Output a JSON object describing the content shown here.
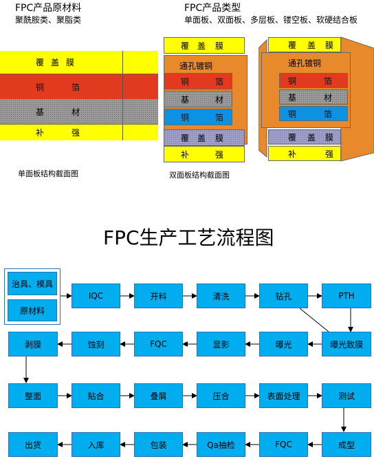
{
  "materials": {
    "title": "FPC产品原材料",
    "subtitle": "聚酰胺类、聚脂类"
  },
  "types": {
    "title": "FPC产品类型",
    "subtitle": "单面板、双面板、多层板、镂空板、软硬结合板"
  },
  "single_sided": {
    "caption": "单面板结构截面图",
    "layers": [
      {
        "a": "覆",
        "b": "盖",
        "c": "膜"
      },
      {
        "a": "铜",
        "b": "箔"
      },
      {
        "a": "基",
        "b": "材"
      },
      {
        "a": "补",
        "b": "强"
      }
    ]
  },
  "double_sided": {
    "caption": "双面板结构截面图",
    "plating": "通孔镀铜",
    "layers": [
      {
        "a": "覆",
        "b": "盖",
        "c": "膜"
      },
      {
        "a": "铜",
        "b": "箔"
      },
      {
        "a": "基",
        "b": "材"
      },
      {
        "a": "铜",
        "b": "箔"
      },
      {
        "a": "覆",
        "b": "盖",
        "c": "膜"
      },
      {
        "a": "补",
        "b": "强"
      }
    ]
  },
  "hollow": {
    "plating": "通孔镀铜",
    "layers": [
      {
        "a": "覆",
        "b": "盖",
        "c": "膜"
      },
      {
        "a": "铜",
        "b": "箔"
      },
      {
        "a": "基",
        "b": "材"
      },
      {
        "a": "铜",
        "b": "箔"
      },
      {
        "a": "覆",
        "b": "盖",
        "c": "膜"
      },
      {
        "a": "补",
        "b": "强"
      }
    ]
  },
  "flow": {
    "title": "FPC生产工艺流程图",
    "inputs": [
      "治具、模具",
      "原材料"
    ],
    "row1": [
      "IQC",
      "开料",
      "清洗",
      "钻孔",
      "PTH"
    ],
    "row2": [
      "剥膜",
      "蚀刻",
      "FQC",
      "显影",
      "曝光",
      "曝光致膜"
    ],
    "row3": [
      "整面",
      "贴合",
      "叠屑",
      "压合",
      "表面处理",
      "测试"
    ],
    "row4": [
      "出货",
      "入库",
      "包装",
      "Qa抽检",
      "FQC",
      "成型"
    ]
  },
  "colors": {
    "coverlay": "#ffff00",
    "copper": "#e23a1e",
    "substrate": "#9a9a9a",
    "copper_blue": "#0c91e3",
    "coverlay_lower": "#9e9ec6",
    "plating": "#e8892c",
    "process_box": "#00aeef"
  }
}
